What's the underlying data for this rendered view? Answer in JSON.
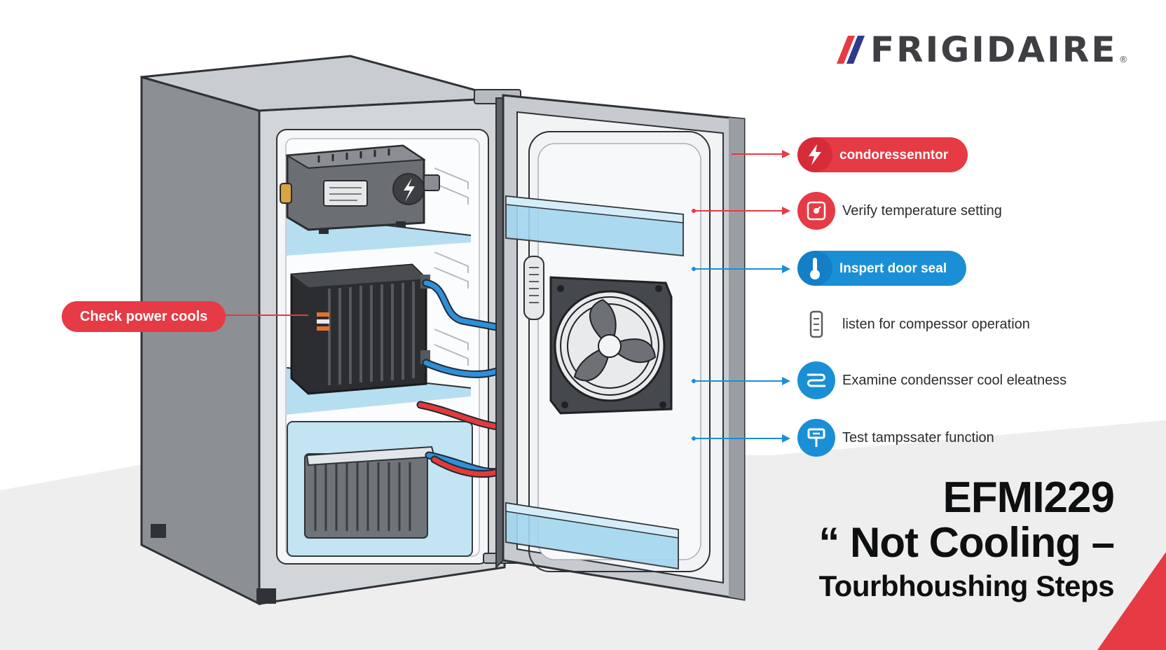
{
  "brand": {
    "name": "FRIGIDAIRE",
    "registered": "®"
  },
  "title": {
    "model": "EFMI229",
    "line2": "“ Not Cooling –",
    "line3": "Tourbhoushing Steps"
  },
  "callout_left": {
    "label": "Check power cools"
  },
  "steps": [
    {
      "label": "condoressenntor",
      "icon": "lightning-icon",
      "style": "red-pill"
    },
    {
      "label": "Verify temperature setting",
      "icon": "thermostat-dial-icon",
      "style": "red-circle"
    },
    {
      "label": "Inspert door seal",
      "icon": "thermometer-icon",
      "style": "blue-pill"
    },
    {
      "label": "listen for compessor operation",
      "icon": "battery-meter-icon",
      "style": "plain"
    },
    {
      "label": "Examine condensser cool eleatness",
      "icon": "condenser-coil-icon",
      "style": "blue-circle"
    },
    {
      "label": "Test tampssater function",
      "icon": "thermostat-plug-icon",
      "style": "blue-circle"
    }
  ],
  "colors": {
    "accent_red": "#e63a45",
    "accent_blue": "#1b8fd6",
    "body_gray": "#8d9196",
    "text_dark": "#0e0f11"
  }
}
